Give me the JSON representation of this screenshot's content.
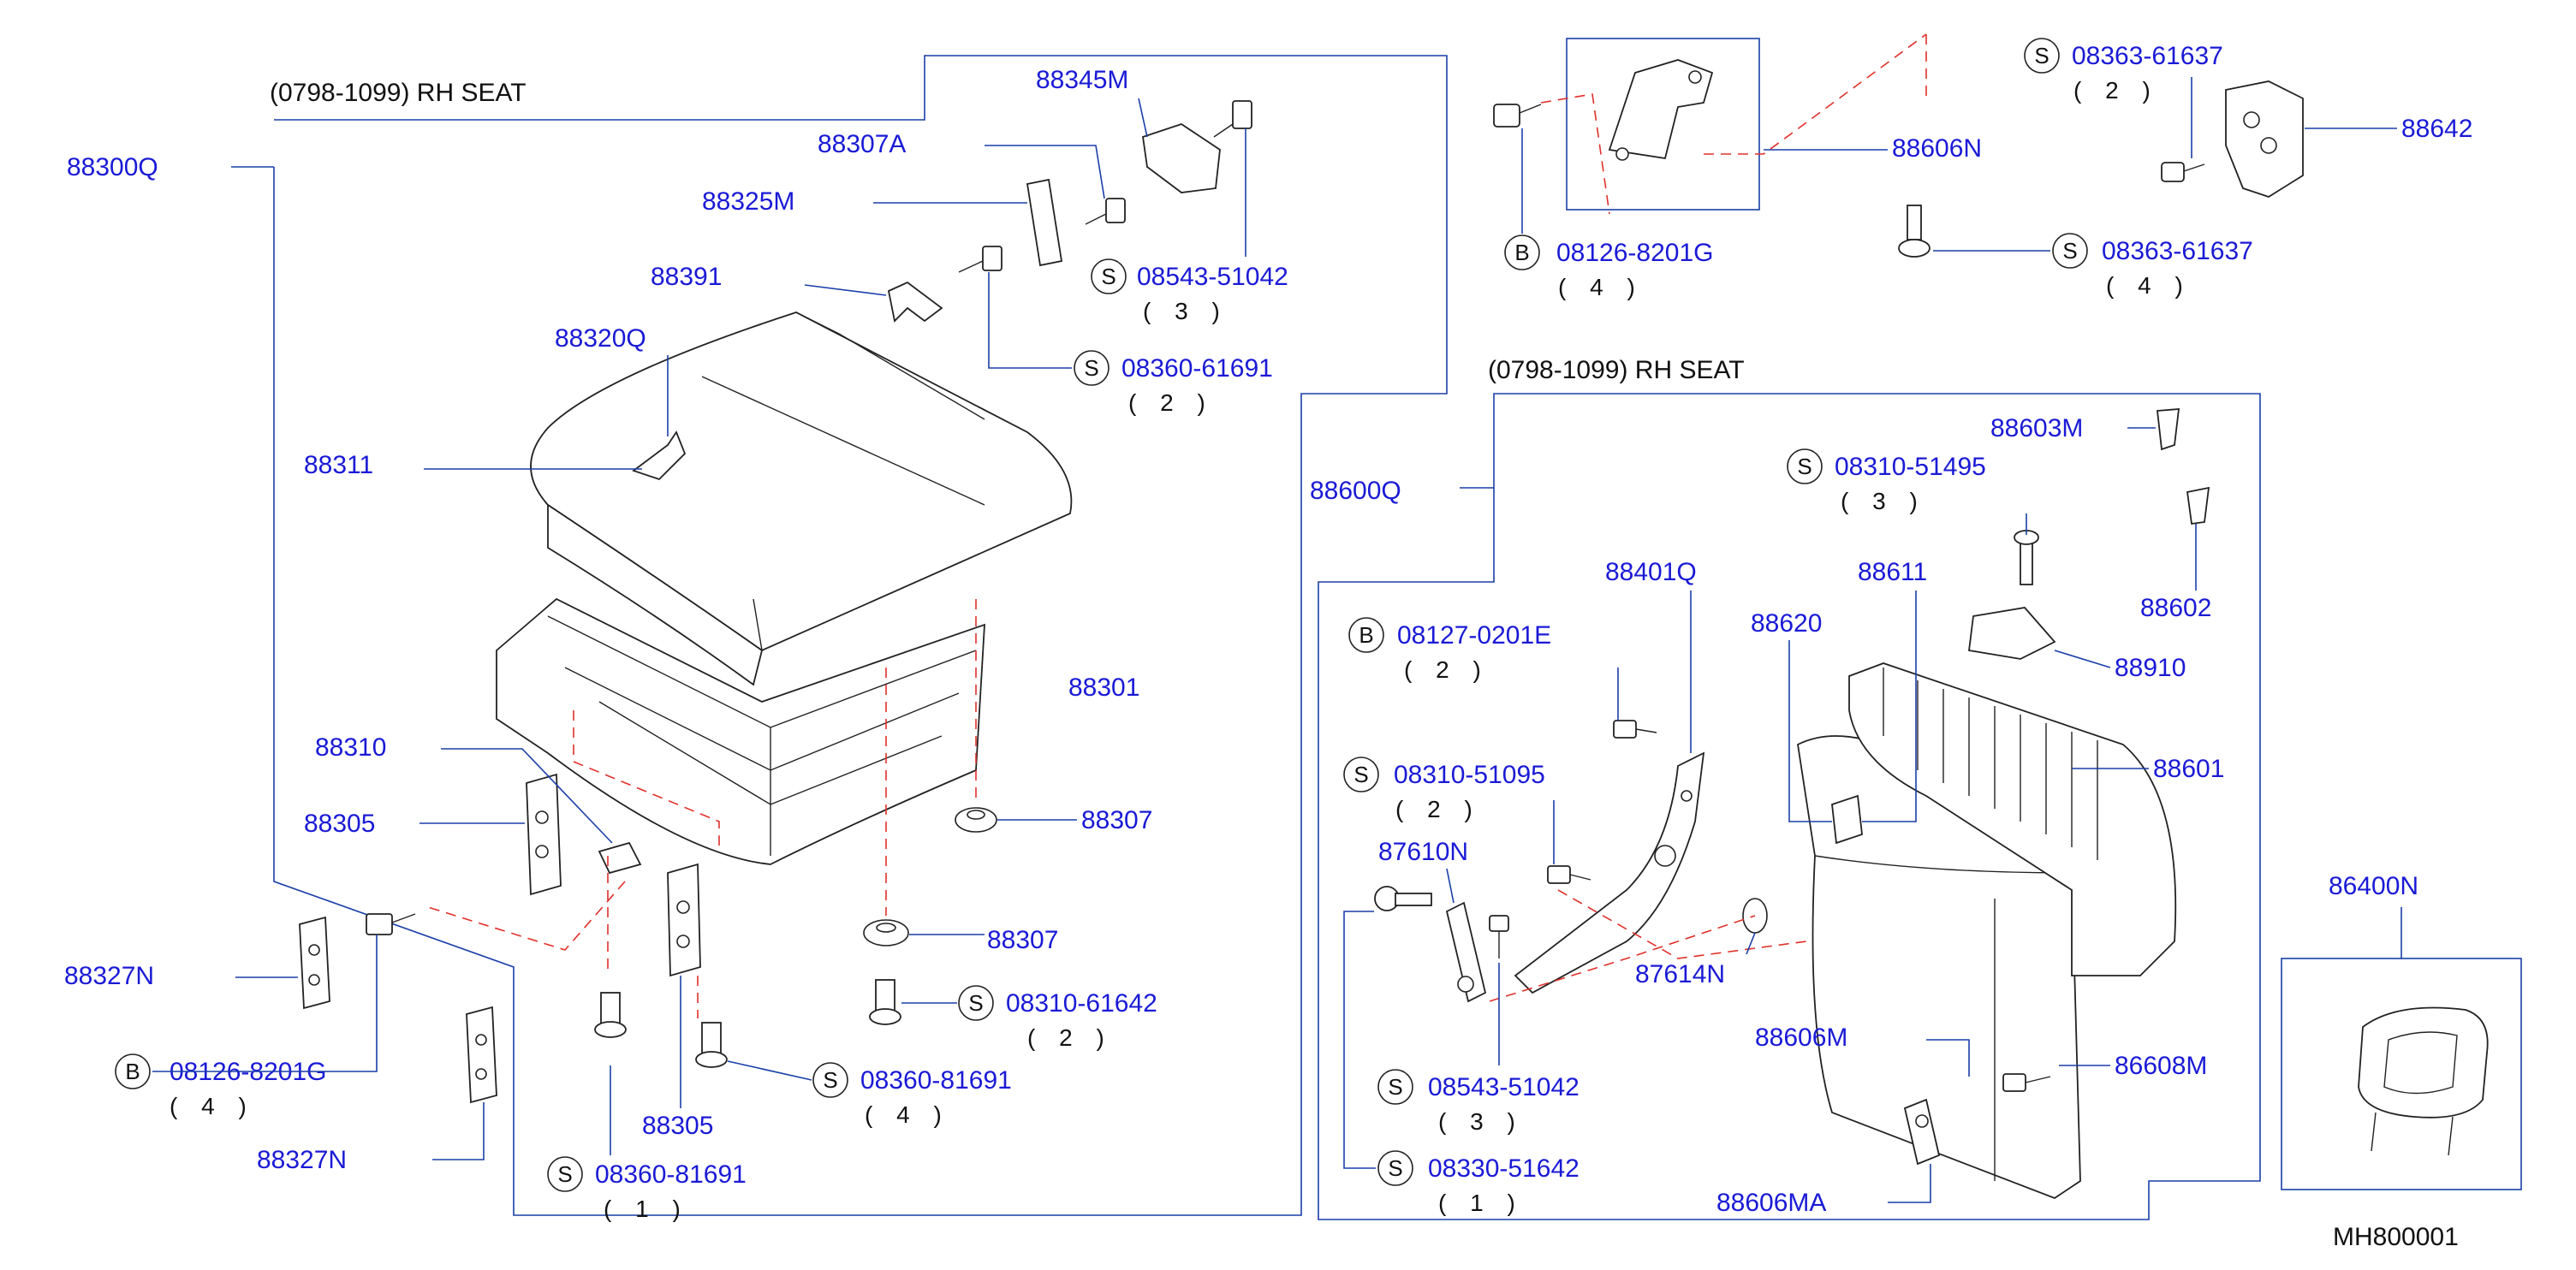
{
  "diagram_id": "MH800001",
  "sections": {
    "left_header": "(0798-1099)  RH   SEAT",
    "right_header": "(0798-1099)  RH   SEAT"
  },
  "labels": {
    "p88300Q": "88300Q",
    "p88345M": "88345M",
    "p88307A": "88307A",
    "p88325M": "88325M",
    "p88391": "88391",
    "p88320Q": "88320Q",
    "p88311": "88311",
    "p88301": "88301",
    "p88310": "88310",
    "p88305a": "88305",
    "p88305b": "88305",
    "p88307a": "88307",
    "p88307b": "88307",
    "p88327Na": "88327N",
    "p88327Nb": "88327N",
    "p88606N": "88606N",
    "p88642": "88642",
    "p88600Q": "88600Q",
    "p88603M": "88603M",
    "p88602": "88602",
    "p88401Q": "88401Q",
    "p88611": "88611",
    "p88620": "88620",
    "p88910": "88910",
    "p88601": "88601",
    "p86400N": "86400N",
    "p87610N": "87610N",
    "p87614N": "87614N",
    "p88606M": "88606M",
    "p86608M": "86608M",
    "p88606MA": "88606MA"
  },
  "fasteners": [
    {
      "id": "f1",
      "marker": "S",
      "number": "08543-51042",
      "qty": "( 3 )"
    },
    {
      "id": "f2",
      "marker": "S",
      "number": "08360-61691",
      "qty": "( 2 )"
    },
    {
      "id": "f3",
      "marker": "S",
      "number": "08310-61642",
      "qty": "( 2 )"
    },
    {
      "id": "f4",
      "marker": "S",
      "number": "08360-81691",
      "qty": "( 4 )"
    },
    {
      "id": "f5",
      "marker": "S",
      "number": "08360-81691",
      "qty": "( 1 )"
    },
    {
      "id": "f6",
      "marker": "B",
      "number": "08126-8201G",
      "qty": "( 4 )"
    },
    {
      "id": "f7",
      "marker": "B",
      "number": "08126-8201G",
      "qty": "( 4 )"
    },
    {
      "id": "f8",
      "marker": "S",
      "number": "08363-61637",
      "qty": "( 2 )"
    },
    {
      "id": "f9",
      "marker": "S",
      "number": "08363-61637",
      "qty": "( 4 )"
    },
    {
      "id": "f10",
      "marker": "S",
      "number": "08310-51495",
      "qty": "( 3 )"
    },
    {
      "id": "f11",
      "marker": "B",
      "number": "08127-0201E",
      "qty": "( 2 )"
    },
    {
      "id": "f12",
      "marker": "S",
      "number": "08310-51095",
      "qty": "( 2 )"
    },
    {
      "id": "f13",
      "marker": "S",
      "number": "08543-51042",
      "qty": "( 3 )"
    },
    {
      "id": "f14",
      "marker": "S",
      "number": "08330-51642",
      "qty": "( 1 )"
    }
  ],
  "colors": {
    "label": "#1a1ad6",
    "leader": "#1a3fa8",
    "dashed_hidden": "#e0302a",
    "outline": "#222222"
  }
}
